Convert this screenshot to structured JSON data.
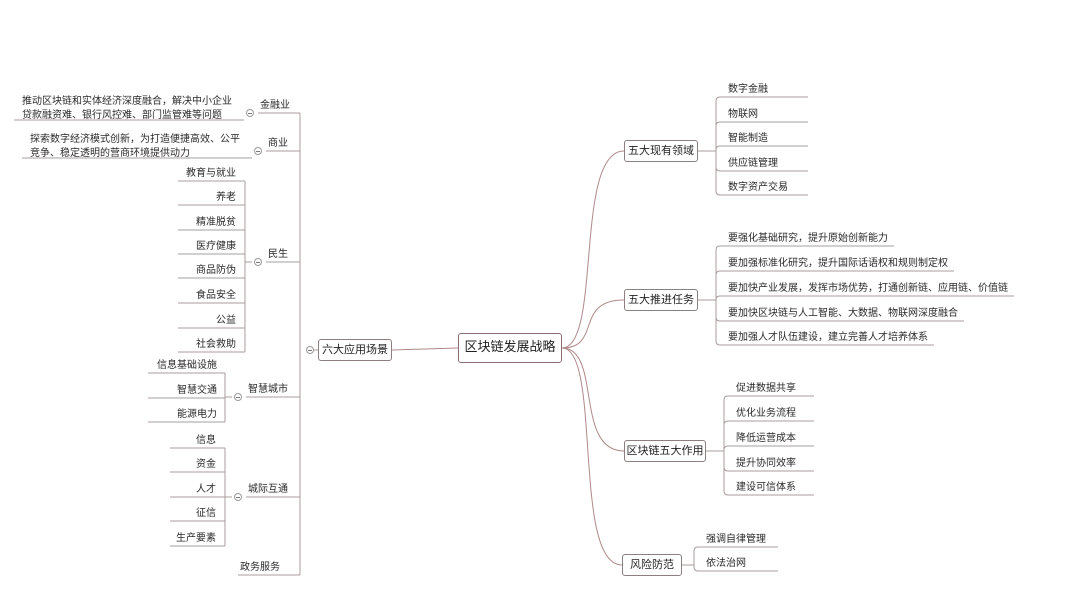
{
  "root": "区块链发展战略",
  "right": [
    {
      "label": "五大现有领域",
      "children": [
        "数字金融",
        "物联网",
        "智能制造",
        "供应链管理",
        "数字资产交易"
      ]
    },
    {
      "label": "五大推进任务",
      "children": [
        "要强化基础研究，提升原始创新能力",
        "要加强标准化研究，提升国际话语权和规则制定权",
        "要加快产业发展，发挥市场优势，打通创新链、应用链、价值链",
        "要加快区块链与人工智能、大数据、物联网深度融合",
        "要加强人才队伍建设，建立完善人才培养体系"
      ]
    },
    {
      "label": "区块链五大作用",
      "children": [
        "促进数据共享",
        "优化业务流程",
        "降低运营成本",
        "提升协同效率",
        "建设可信体系"
      ]
    },
    {
      "label": "风险防范",
      "children": [
        "强调自律管理",
        "依法治网"
      ]
    }
  ],
  "left": {
    "label": "六大应用场景",
    "groups": [
      {
        "label": "金融业",
        "text": [
          "推动区块链和实体经济深度融合，解决中小企业",
          "贷款融资难、银行风控难、部门监管难等问题"
        ]
      },
      {
        "label": "商业",
        "text": [
          "探索数字经济模式创新，为打造便捷高效、公平",
          "竞争、稳定透明的营商环境提供动力"
        ]
      },
      {
        "label": "民生",
        "children": [
          "教育与就业",
          "养老",
          "精准脱贫",
          "医疗健康",
          "商品防伪",
          "食品安全",
          "公益",
          "社会救助"
        ]
      },
      {
        "label": "智慧城市",
        "children": [
          "信息基础设施",
          "智慧交通",
          "能源电力"
        ]
      },
      {
        "label": "城际互通",
        "children": [
          "信息",
          "资金",
          "人才",
          "征信",
          "生产要素"
        ]
      },
      {
        "label": "政务服务"
      }
    ]
  }
}
